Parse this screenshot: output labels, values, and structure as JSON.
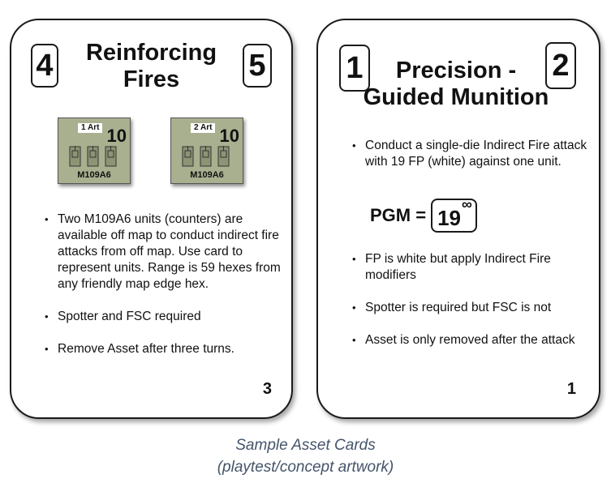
{
  "cards": [
    {
      "title_line1": "Reinforcing",
      "title_line2": "Fires",
      "left_number": "4",
      "right_number": "5",
      "counters": [
        {
          "tag": "1 Art",
          "fp": "10",
          "model": "M109A6",
          "icon": "artillery-vehicle-icon"
        },
        {
          "tag": "2 Art",
          "fp": "10",
          "model": "M109A6",
          "icon": "artillery-vehicle-icon"
        }
      ],
      "bullets": [
        "Two M109A6 units (counters) are available off map to conduct indirect fire attacks from off map. Use card to represent units. Range is 59 hexes from any friendly map edge hex.",
        "Spotter and FSC required",
        "Remove Asset after three turns."
      ],
      "page_number": "3"
    },
    {
      "title_line1": "Precision -",
      "title_line2": "Guided Munition",
      "left_number": "1",
      "right_number": "2",
      "bullets_top": [
        "Conduct a single-die Indirect Fire attack with 19 FP (white) against one unit."
      ],
      "pgm": {
        "label": "PGM =",
        "value": "19",
        "range_symbol": "∞"
      },
      "bullets": [
        "FP is white but apply Indirect Fire modifiers",
        "Spotter is required but FSC is not",
        "Asset is only removed after the attack"
      ],
      "page_number": "1"
    }
  ],
  "caption": {
    "line1": "Sample Asset Cards",
    "line2": "(playtest/concept artwork)"
  },
  "colors": {
    "counter_bg": "#a9b08f",
    "caption": "#44546a"
  }
}
